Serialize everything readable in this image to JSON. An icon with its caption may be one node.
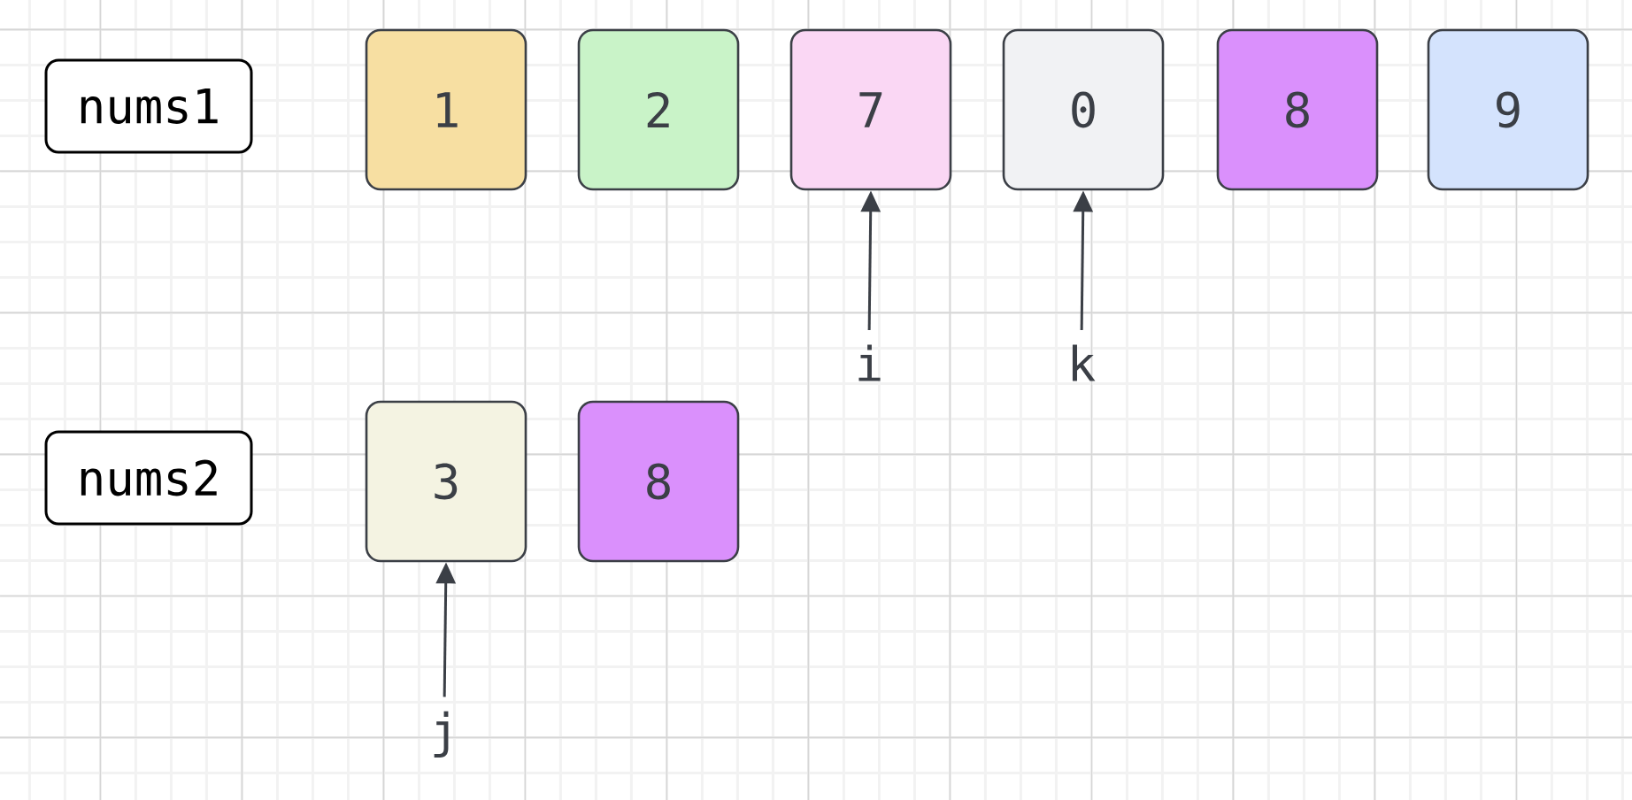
{
  "diagram": {
    "nodes": [
      {
        "text": [
          "nums1"
        ]
      },
      {
        "text": [
          "1"
        ]
      },
      {
        "text": [
          "2"
        ]
      },
      {
        "text": [
          "7"
        ]
      },
      {
        "text": [
          "0"
        ]
      },
      {
        "text": [
          "8"
        ]
      },
      {
        "text": [
          "9"
        ]
      },
      {
        "text": [
          "nums2"
        ]
      },
      {
        "text": [
          "3"
        ]
      },
      {
        "text": [
          "8"
        ]
      },
      {
        "text": [
          "i"
        ]
      },
      {
        "text": [
          "k"
        ]
      },
      {
        "text": [
          "j"
        ]
      }
    ],
    "edges": [
      {
        "from": 10,
        "to": 3,
        "arrow": "to"
      },
      {
        "from": 11,
        "to": 4,
        "arrow": "to"
      },
      {
        "from": 12,
        "to": 8,
        "arrow": "to"
      }
    ]
  }
}
